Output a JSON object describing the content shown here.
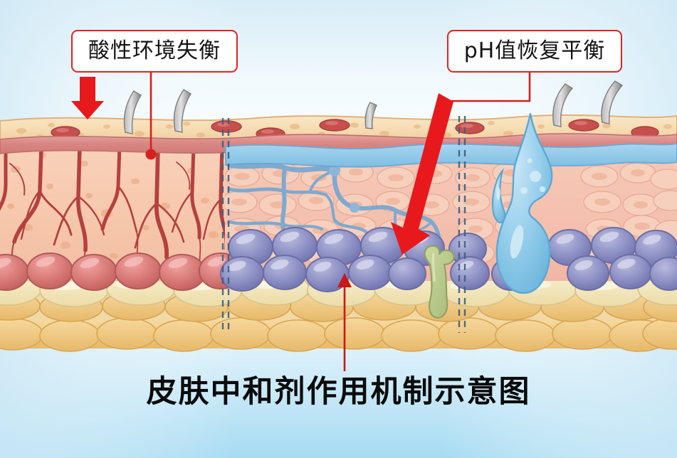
{
  "figure": {
    "title": "皮肤中和剂作用机制示意图",
    "type": "anatomical-cross-section-illustration",
    "subject": "skin cross-section comparing acidic-imbalanced skin (left) with pH-rebalanced hydrated skin (right)"
  },
  "callouts": [
    {
      "id": "left",
      "label": "酸性环境失衡",
      "border_color": "#e02323",
      "text_color": "#141414",
      "background": "#ffffff",
      "points_to": "damaged dermis with inflamed capillaries on the left half"
    },
    {
      "id": "right",
      "label": "pH值恢复平衡",
      "border_color": "#e02323",
      "text_color": "#141414",
      "background": "#ffffff",
      "points_to": "purple basal cell layer in the restored right half"
    }
  ],
  "annotations": [
    {
      "name": "down-arrow-epidermis",
      "color": "#e8191c",
      "description": "thick red arrow pointing down onto the epidermis surface, left side"
    },
    {
      "name": "leader-line-left",
      "color": "#d81f1f",
      "description": "thin red leader line with round dot ending in the inflamed dermis"
    },
    {
      "name": "diagonal-arrow-basal",
      "color": "#e8191c",
      "description": "large red diagonal arrow from the right callout down-left into the purple basal cells"
    },
    {
      "name": "up-arrow-title",
      "color": "#c81818",
      "description": "thin red arrow rising from the title to the purple basal cell layer"
    },
    {
      "name": "section-divider-left",
      "color": "#3d5f80",
      "description": "double dashed vertical divider between the damaged and treated zones"
    },
    {
      "name": "section-divider-right",
      "color": "#3d5f80",
      "description": "second double dashed vertical divider marking the treated zone"
    }
  ],
  "skin_layers": [
    {
      "name": "epidermis",
      "color": "#f6dcb4",
      "side": "both",
      "features": "pigment speckles, dark red oval lesions, grey hair shafts"
    },
    {
      "name": "basement-band",
      "color": "#d9908f",
      "side": "both",
      "features": "pink-red horizontal band beneath the epidermis"
    },
    {
      "name": "hydration-band",
      "color": "#8ec4e8",
      "side": "right",
      "features": "blue moisture layer feeding branching channels into the dermis"
    },
    {
      "name": "dermis-inflamed",
      "color": "#f6c7ae",
      "side": "left",
      "features": "dark red branching inflamed capillary tree"
    },
    {
      "name": "dermis-healthy",
      "color": "#f4bfae",
      "side": "right",
      "features": "rounded pale cells with a blue hydration network"
    },
    {
      "name": "basal-cells-red",
      "color": "#d9706e",
      "side": "left",
      "features": "row of red spheroid cells"
    },
    {
      "name": "basal-cells-purple",
      "color": "#8f92c4",
      "side": "right",
      "features": "two rows of purple-blue spheroid cells"
    },
    {
      "name": "fat-layer-pale",
      "color": "#f2e6ba",
      "side": "both",
      "features": "cream adipocytes"
    },
    {
      "name": "fat-layer-golden",
      "color": "#eec37a",
      "side": "both",
      "features": "golden subcutaneous adipocytes"
    }
  ],
  "structures": [
    {
      "name": "water-droplet",
      "color": "#8fcbe8",
      "description": "large blue water droplet penetrating the right dermis"
    },
    {
      "name": "collagen-fiber",
      "color": "#b9c98c",
      "description": "green Y-shaped fiber / gland between the basal and fat layers"
    },
    {
      "name": "hair-shaft",
      "color": "#9a9a9a",
      "count": "5 visible grey hair shafts emerging from the epidermis"
    }
  ],
  "background": {
    "top_tint": "#d9edf7",
    "mid_tint": "#ffffff",
    "bottom_tint": "#a9dcf2"
  }
}
